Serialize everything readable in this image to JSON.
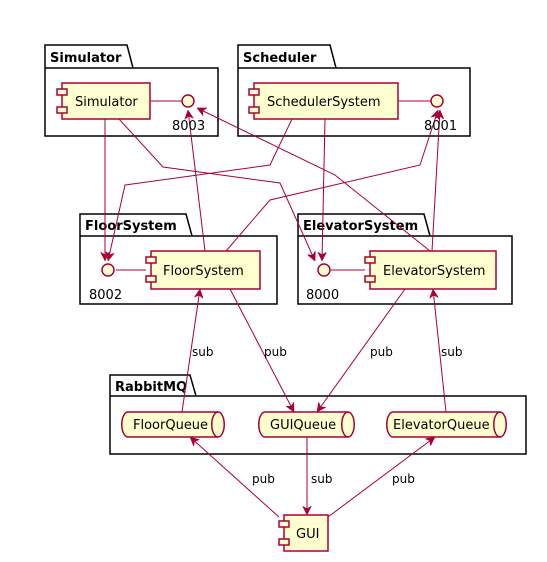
{
  "packages": {
    "simulator": "Simulator",
    "scheduler": "Scheduler",
    "floor_system": "FloorSystem",
    "elevator_system": "ElevatorSystem",
    "rabbitmq": "RabbitMQ"
  },
  "components": {
    "simulator": "Simulator",
    "scheduler_system": "SchedulerSystem",
    "floor_system": "FloorSystem",
    "elevator_system": "ElevatorSystem",
    "gui": "GUI"
  },
  "queues": {
    "floor_queue": "FloorQueue",
    "gui_queue": "GUIQueue",
    "elevator_queue": "ElevatorQueue"
  },
  "ports": {
    "p8003": "8003",
    "p8001": "8001",
    "p8002": "8002",
    "p8000": "8000"
  },
  "edges": {
    "floor_sub": "sub",
    "floor_pub": "pub",
    "elevator_pub": "pub",
    "elevator_sub": "sub",
    "gui_pub_floor": "pub",
    "gui_sub": "sub",
    "gui_pub_elevator": "pub"
  },
  "colors": {
    "component_fill": "#FEFECE",
    "component_border": "#A80036",
    "package_border": "#000000",
    "arrow": "#A80036"
  }
}
